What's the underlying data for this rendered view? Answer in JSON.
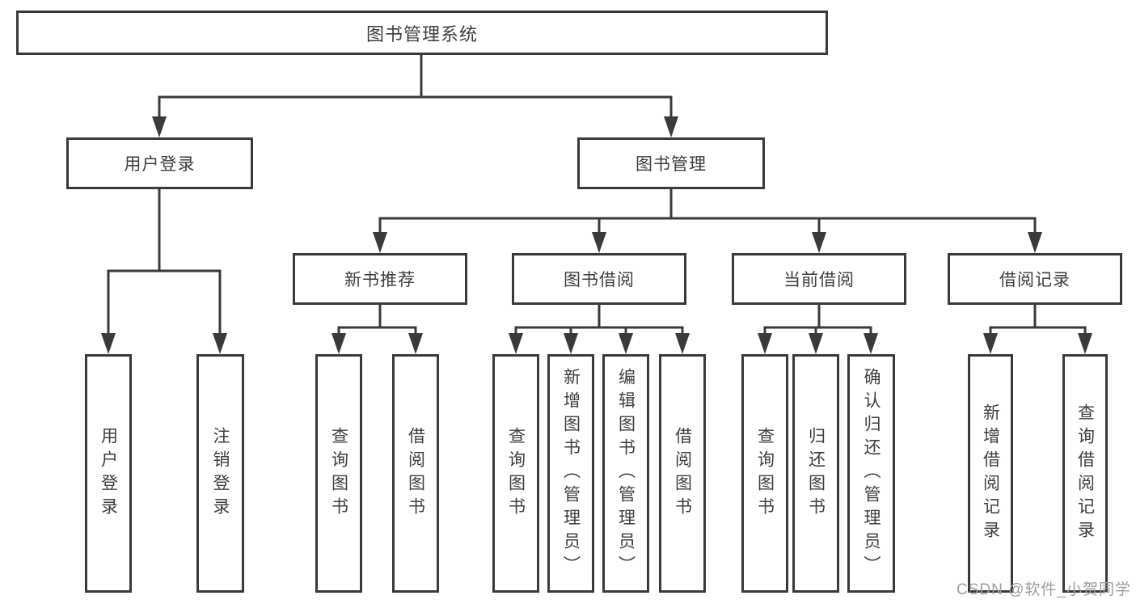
{
  "tree": {
    "root": {
      "label": "图书管理系统"
    },
    "branches": [
      {
        "label": "用户登录",
        "children": [
          {
            "label": "用户登录"
          },
          {
            "label": "注销登录"
          }
        ]
      },
      {
        "label": "图书管理",
        "children": [
          {
            "label": "新书推荐",
            "children": [
              {
                "label": "查询图书"
              },
              {
                "label": "借阅图书"
              }
            ]
          },
          {
            "label": "图书借阅",
            "children": [
              {
                "label": "查询图书"
              },
              {
                "label": "新增图书（管理员）"
              },
              {
                "label": "编辑图书（管理员）"
              },
              {
                "label": "借阅图书"
              }
            ]
          },
          {
            "label": "当前借阅",
            "children": [
              {
                "label": "查询图书"
              },
              {
                "label": "归还图书"
              },
              {
                "label": "确认归还（管理员）"
              }
            ]
          },
          {
            "label": "借阅记录",
            "children": [
              {
                "label": "新增借阅记录"
              },
              {
                "label": "查询借阅记录"
              }
            ]
          }
        ]
      }
    ]
  },
  "watermark": {
    "text": "CSDN @软件_小贺同学"
  },
  "colors": {
    "line": "#3a3a3a",
    "text": "#3e3e3e",
    "watermark": "#9e9e9e",
    "background": "#ffffff"
  }
}
